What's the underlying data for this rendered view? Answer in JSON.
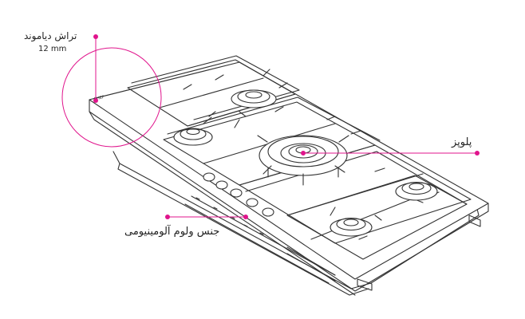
{
  "callouts": {
    "diamond_cut": "تراش دیاموند",
    "diamond_size": "12 mm",
    "burner": "پلوپز",
    "material": "جنس ولوم آلومینیومی"
  },
  "brand_mark": "CHEF",
  "colors": {
    "callout": "#e0148c",
    "line": "#333333",
    "fill": "#ffffff",
    "text": "#222222"
  }
}
